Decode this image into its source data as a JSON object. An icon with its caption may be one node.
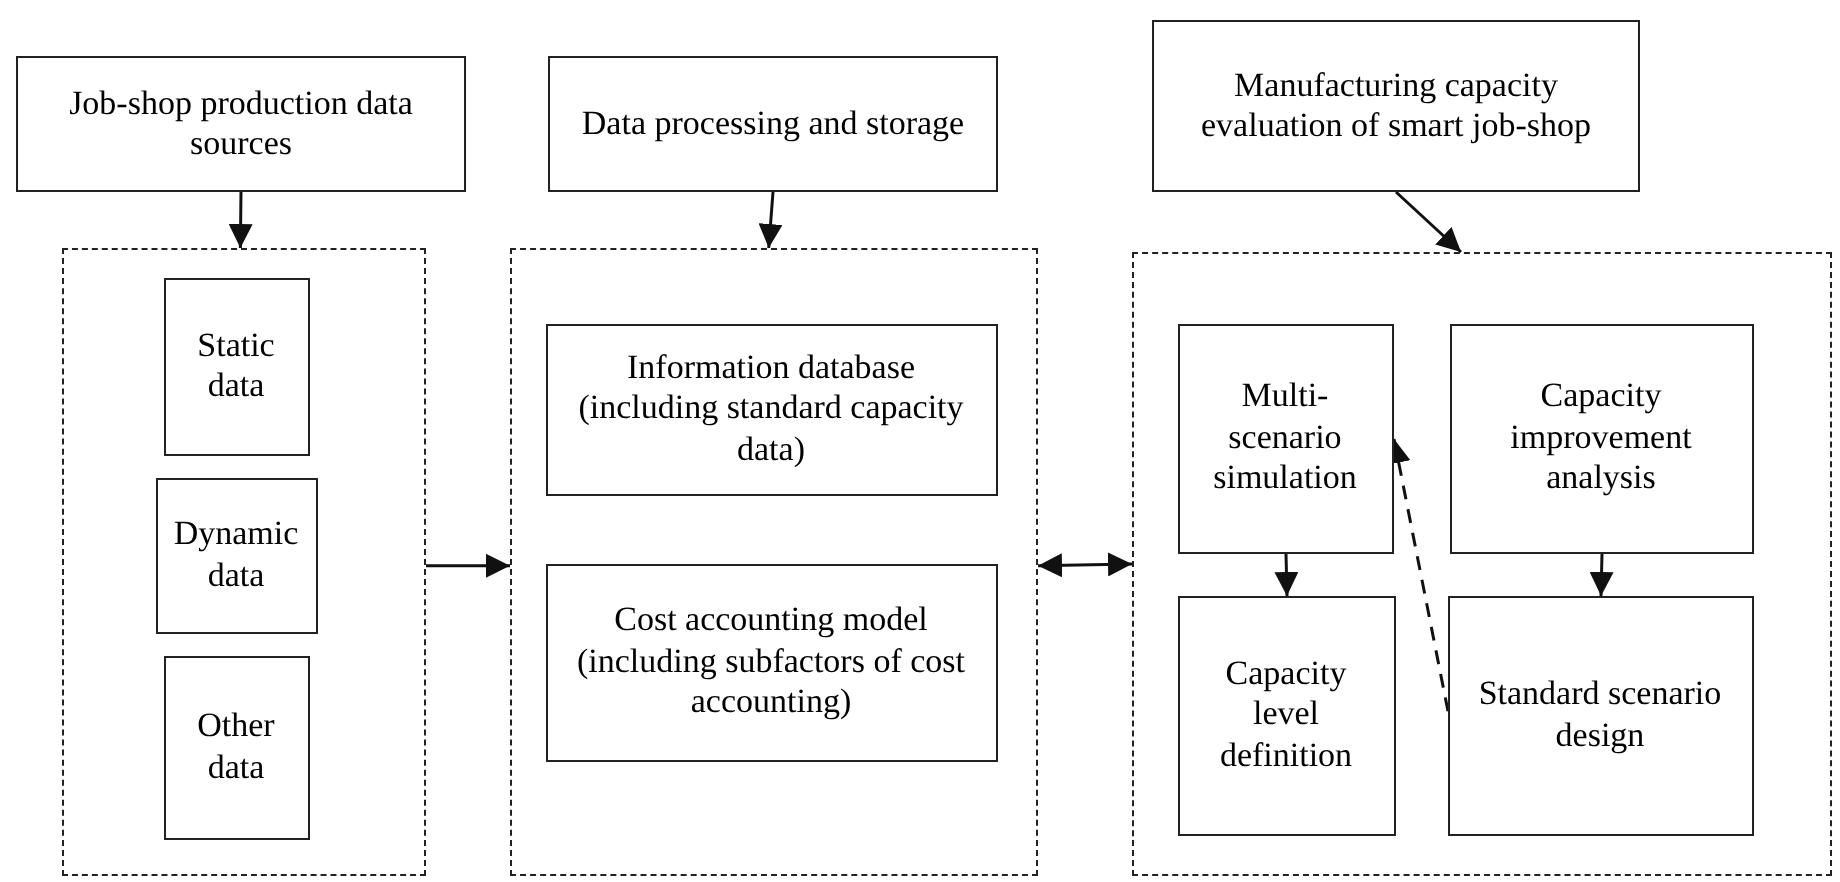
{
  "diagram": {
    "nodes": [
      {
        "text": [
          "Job-shop production data sources"
        ]
      },
      {
        "text": [
          "Data processing and storage"
        ]
      },
      {
        "text": [
          "Manufacturing capacity evaluation of smart job-shop"
        ]
      },
      {
        "text": [],
        "shape": "box"
      },
      {
        "text": [
          "Static data"
        ],
        "in": 3
      },
      {
        "text": [
          "Dynamic data"
        ],
        "in": 3
      },
      {
        "text": [
          "Other data"
        ],
        "in": 3
      },
      {
        "text": [],
        "shape": "box"
      },
      {
        "text": [
          "Information database (including standard capacity data)"
        ],
        "in": 7
      },
      {
        "text": [
          "Cost accounting model (including subfactors of cost accounting)"
        ],
        "in": 7
      },
      {
        "text": [],
        "shape": "box"
      },
      {
        "text": [
          "Multi-scenario simulation"
        ],
        "in": 10
      },
      {
        "text": [
          "Capacity improvement analysis"
        ],
        "in": 10
      },
      {
        "text": [
          "Capacity level definition"
        ],
        "in": 10
      },
      {
        "text": [
          "Standard scenario design"
        ],
        "in": 10
      }
    ],
    "edges": [
      {
        "from": 0,
        "to": 3,
        "arrow": "to"
      },
      {
        "from": 1,
        "to": 7,
        "arrow": "to"
      },
      {
        "from": 2,
        "to": 10,
        "arrow": "to"
      },
      {
        "from": 3,
        "to": 7,
        "arrow": "to"
      },
      {
        "from": 7,
        "to": 10,
        "arrow": "both"
      },
      {
        "from": 11,
        "to": 13,
        "arrow": "to"
      },
      {
        "from": 12,
        "to": 14,
        "arrow": "to"
      },
      {
        "from": 14,
        "to": 11,
        "arrow": "to",
        "style": "dashed"
      }
    ]
  }
}
